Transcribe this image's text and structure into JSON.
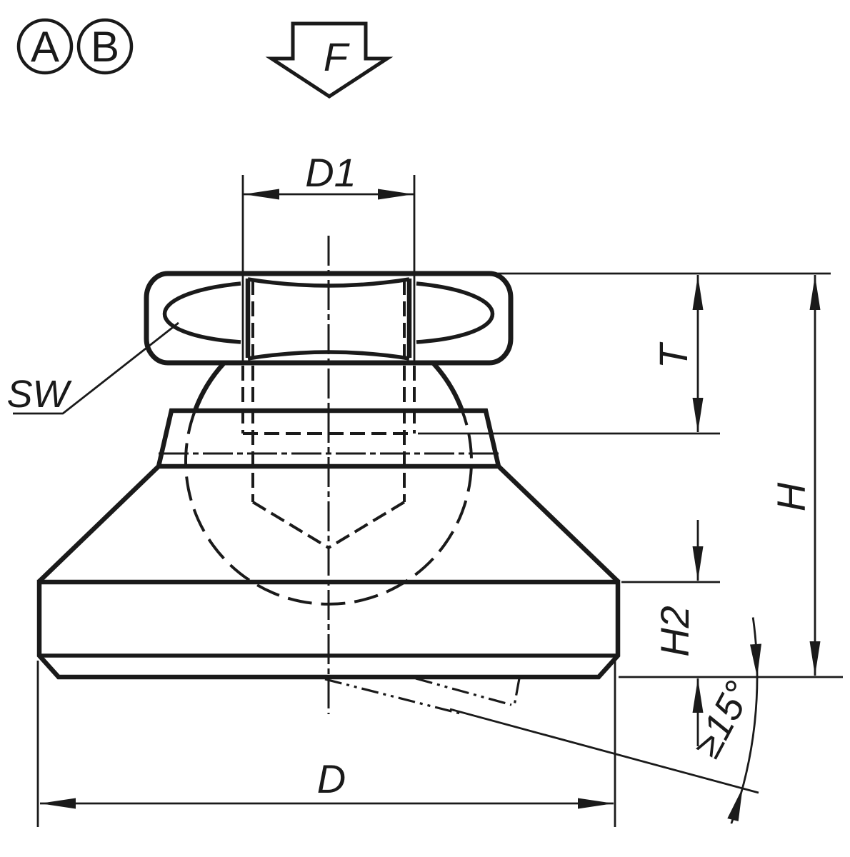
{
  "drawing": {
    "kind": "technical-drawing",
    "subject": "levelling foot with ball joint, side view",
    "colors": {
      "line": "#1a1a1a",
      "background": "#ffffff"
    },
    "view_markers": {
      "a": "A",
      "b": "B"
    },
    "annotations": {
      "force": "F",
      "thread_diameter": "D1",
      "wrench_size": "SW",
      "thread_depth": "T",
      "overall_height": "H",
      "base_height": "H2",
      "base_diameter": "D",
      "tilt_angle": "≥15°"
    }
  }
}
